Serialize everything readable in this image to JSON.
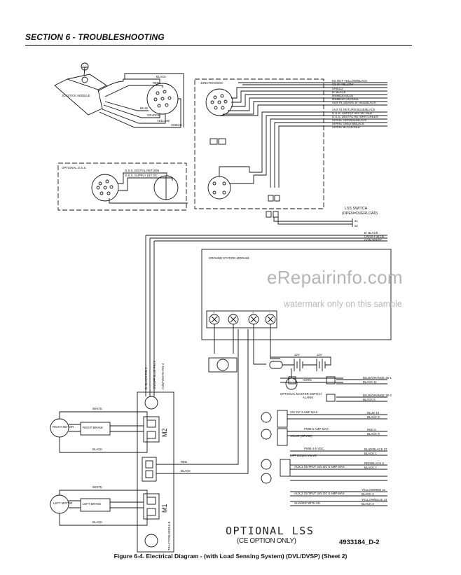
{
  "header": {
    "section_title": "SECTION 6 - TROUBLESHOOTING"
  },
  "figure": {
    "caption": "Figure 6-4.  Electrical Diagram - (with Load Sensing System) (DVL/DVSP) (Sheet 2)",
    "drawing_number": "4933184_D-2"
  },
  "watermark": {
    "main": "eRepairinfo.com",
    "sub": "watermark only on this sample"
  },
  "notes": {
    "optional_lss": "OPTIONAL LSS",
    "ce_option": "(CE OPTION ONLY)"
  },
  "labels": {
    "joystick_module": "JOYSTICK MODULE",
    "junction_box": "JUNCTION BOX",
    "optional_oss": "OPTIONAL O.S.S.",
    "oss_digital_return": "O.S.S. DIGITAL RETURN",
    "oss_supply": "O.S.S. SUPPLY 24V DC",
    "lss_switch": "LSS SWITCH",
    "lss_switch_sub": "(OPEN=OVERLOAD)",
    "ground_station_module": "GROUND STATION MODULE",
    "traction_module": "TRACTION MODULE",
    "right_motor": "RIGHT MOTOR",
    "left_motor": "LEFT MOTOR",
    "right_brake": "RIGHT BRAKE",
    "left_brake": "LEFT BRAKE",
    "optional_master_switch": "OPTIONAL MASTER SWITCH",
    "m1": "M1",
    "m2": "M2"
  },
  "joystick_wires": [
    "BLACK",
    "RED",
    "BLUE",
    "ORANGE",
    "YELLOW",
    "SHIELD"
  ],
  "junction_wires": [
    "ES OUT YELLOW/BLACK",
    "CS IN YELLOW",
    "SHIELD",
    "B- BLACK",
    "MSMD30 BLUE",
    "MSMD3A ORANGE",
    "AUX #1 SIGNAL B- RED/BLACK",
    "AUX #1 RETURN BLUE/BLACK",
    "O.S.S. SUPPLY 24V DC RED",
    "O.S.S. DIGITAL RETURN GREEN",
    "SPARE ORANGE/BLACK",
    "SPARE GREEN/BLACK",
    "SPARE BLACK/RED"
  ],
  "lss_terminals": [
    "21",
    "22"
  ],
  "bus_wires": [
    "B- BLACK",
    "ON/OFF BLUE",
    "COM WHITE"
  ],
  "pin_labels": [
    "B- BLACK PIN 2",
    "ON/OFF BLUE PIN 3",
    "COM WHITE PIN 4"
  ],
  "motor_wires": {
    "white": "WHITE",
    "black": "BLACK",
    "red": "RED"
  },
  "right_side_rows": [
    "HORN",
    "ALARM",
    "24V DC 5 AMP MAX",
    "PWM 5 AMP MAX",
    "VALVE (SPARE)",
    "PWM 4-5 VDC",
    "LIFT DOWN VALVE",
    "AUX 1 OUTPUT 24V DC 5 AMP MAX",
    "AUX 2 OUTPUT 24V DC 5 AMP MAX",
    "SHARED WITH 5G"
  ],
  "right_side_wires": [
    "BLUE/ORANGE 36-1",
    "BLACK 11",
    "BLUE/ORANGE 36-2",
    "BLACK 5",
    "BLUE 10",
    "BLACK 9",
    "RED 6",
    "BLACK 8",
    "BLUE/BLACK 37",
    "BLACK 1",
    "RED/BLACK 5",
    "BLACK 7",
    "YELLOW/RED 21",
    "BLACK 4",
    "YELLOW/BLUE 23",
    "BLACK 3"
  ],
  "battery_labels": [
    "12V",
    "12V"
  ],
  "terminal_polarity": [
    "+",
    "-",
    "+",
    "-"
  ]
}
